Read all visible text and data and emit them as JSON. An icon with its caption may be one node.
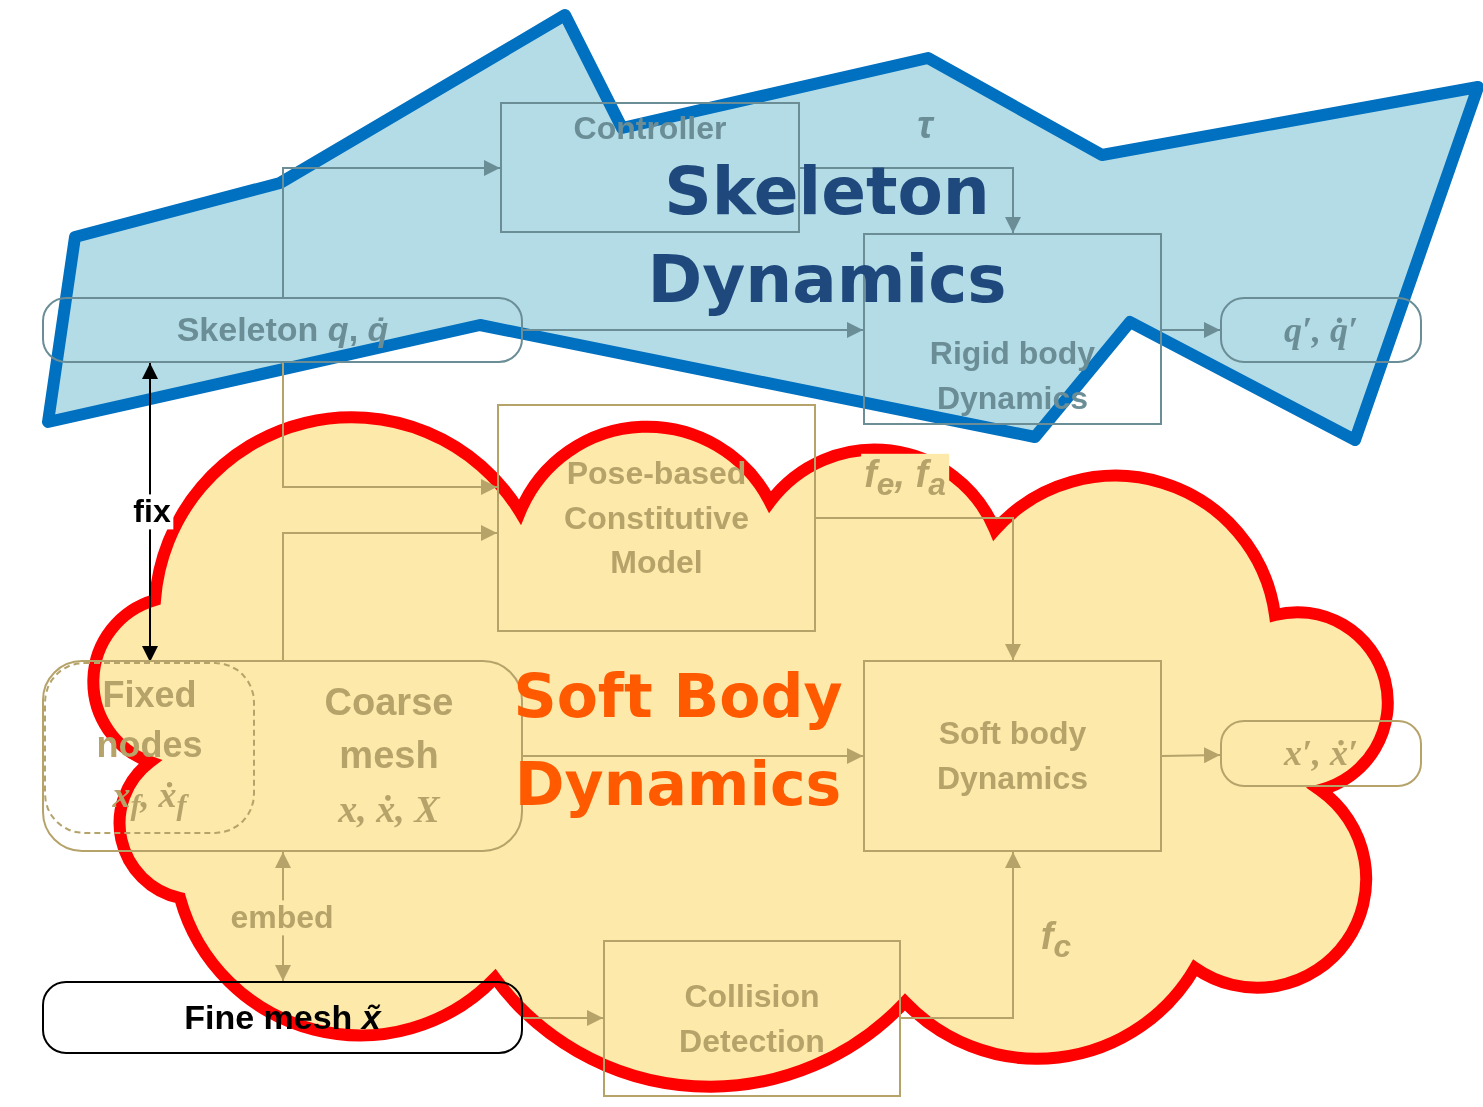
{
  "diagram": {
    "nodes": [
      {
        "text": [
          "Controller"
        ]
      },
      {
        "text": [
          "Skeleton *q*, *q̇*"
        ]
      },
      {
        "text": [
          "Rigid body Dynamics"
        ]
      },
      {
        "text": [
          "q′, q̇′"
        ]
      },
      {
        "text": [
          "Pose-based Constitutive Model"
        ]
      },
      {
        "text": [
          "Coarse mesh",
          "x, ẋ, X"
        ]
      },
      {
        "text": [
          "Fixed nodes",
          "x$_{f}$, ẋ$_{f}$"
        ],
        "in": 5
      },
      {
        "text": [
          "Soft body Dynamics"
        ]
      },
      {
        "text": [
          "x′, ẋ′"
        ]
      },
      {
        "text": [
          "Fine mesh *x̃*"
        ]
      },
      {
        "text": [
          "Collision Detection"
        ]
      }
    ],
    "edges": [
      {
        "from": 1,
        "to": 0,
        "arrow": "to"
      },
      {
        "from": 0,
        "to": 2,
        "arrow": "to",
        "label": "τ"
      },
      {
        "from": 1,
        "to": 2,
        "arrow": "to"
      },
      {
        "from": 2,
        "to": 3,
        "arrow": "to"
      },
      {
        "from": 1,
        "to": 4,
        "arrow": "to"
      },
      {
        "from": 5,
        "to": 4,
        "arrow": "to"
      },
      {
        "from": 4,
        "to": 7,
        "arrow": "to",
        "label": "f$_{e}$, f$_{a}$"
      },
      {
        "from": 5,
        "to": 7,
        "arrow": "to"
      },
      {
        "from": 7,
        "to": 8,
        "arrow": "to"
      },
      {
        "from": 1,
        "to": 6,
        "arrow": "both",
        "label": "fix",
        "color": "#000000"
      },
      {
        "from": 5,
        "to": 9,
        "arrow": "both",
        "label": "embed"
      },
      {
        "from": 9,
        "to": 10,
        "arrow": "to"
      },
      {
        "from": 10,
        "to": 7,
        "arrow": "to",
        "label": "f$_{c}$"
      }
    ],
    "labels": [
      "Skeleton Dynamics",
      "Soft Body Dynamics"
    ]
  }
}
